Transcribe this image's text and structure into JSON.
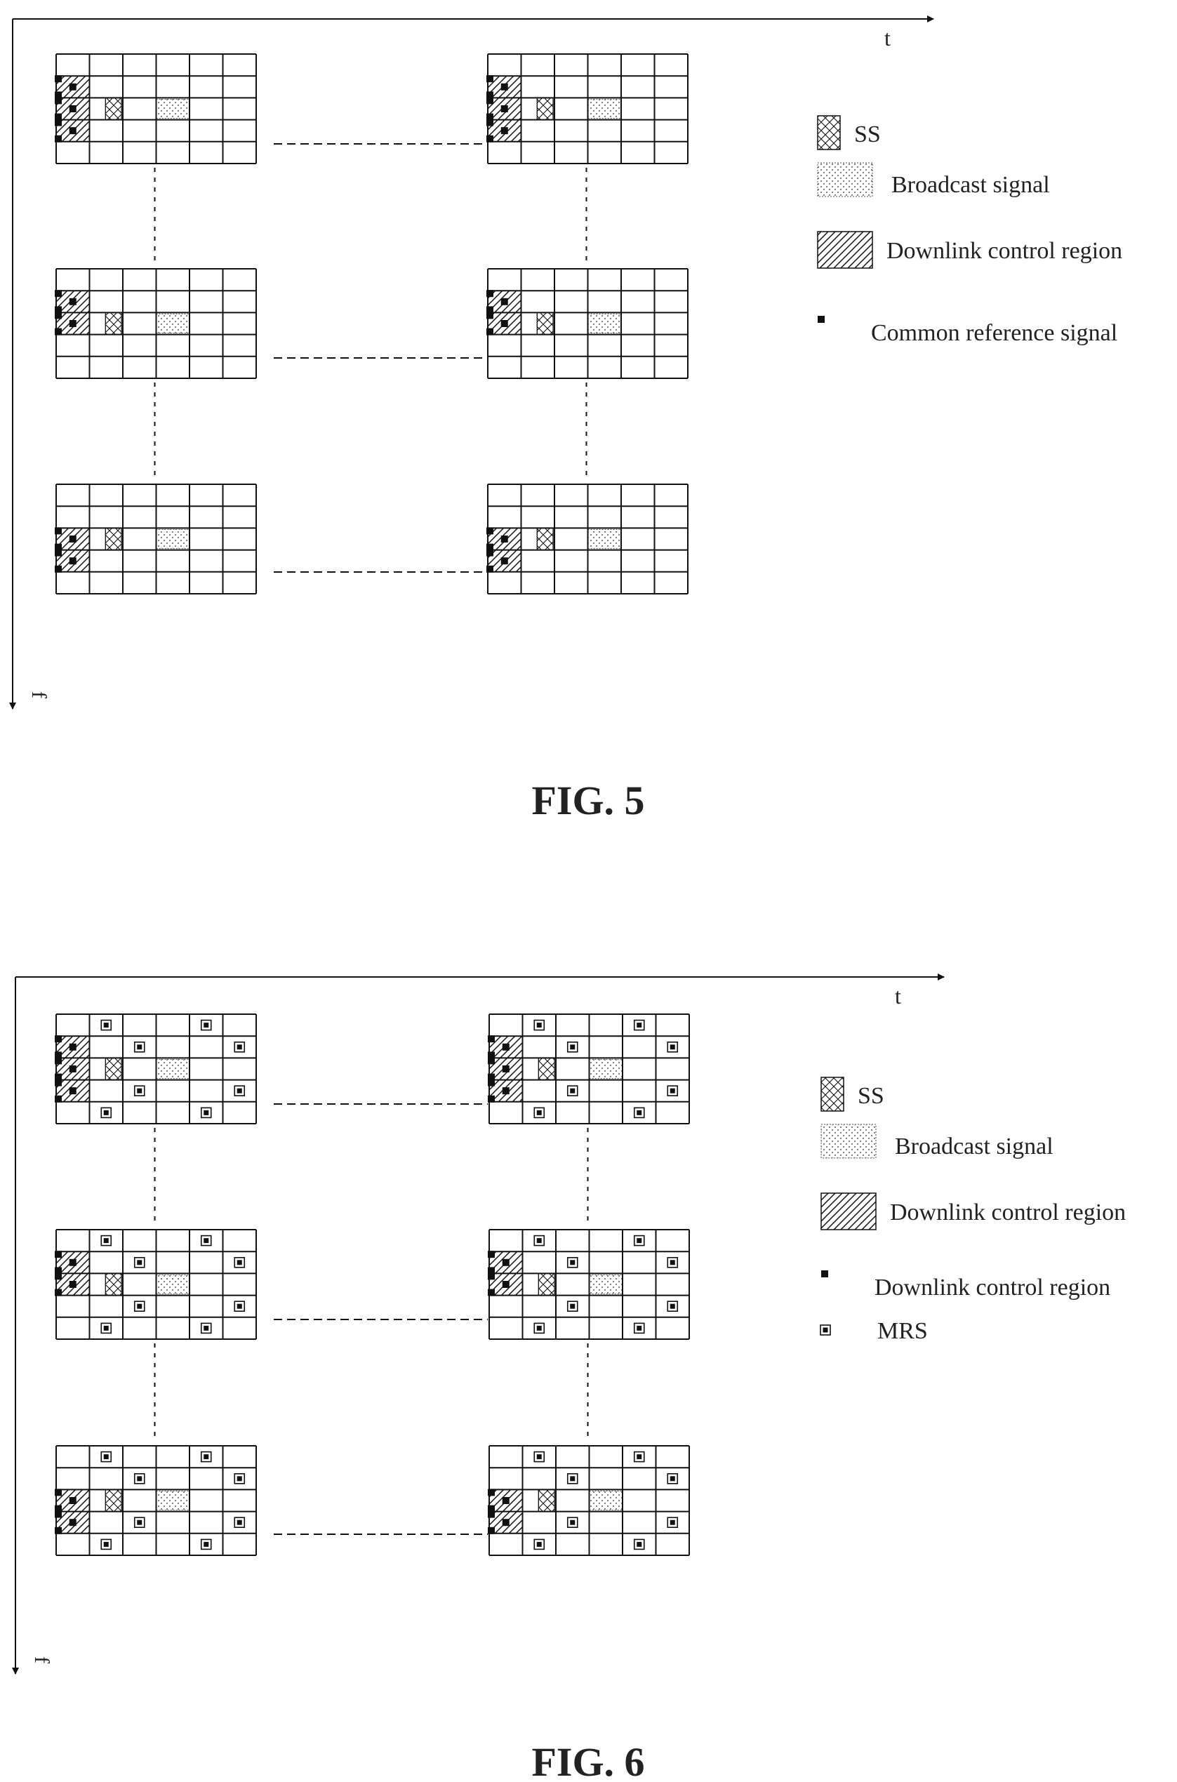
{
  "figures": [
    {
      "caption": "FIG. 5",
      "axis_t": "t",
      "axis_f": "f",
      "legend": [
        {
          "key": "ss",
          "label": "SS"
        },
        {
          "key": "broadcast",
          "label": "Broadcast signal"
        },
        {
          "key": "dl_control",
          "label": "Downlink control region"
        },
        {
          "key": "crs",
          "label": "Common reference signal"
        }
      ],
      "grid": {
        "rows": 5,
        "cols": 6
      },
      "blocks": [
        {
          "control_rows": [
            1,
            2,
            3
          ],
          "ss_row": 2,
          "mrs": false
        },
        {
          "control_rows": [
            1,
            2
          ],
          "ss_row": 2,
          "mrs": false
        },
        {
          "control_rows": [
            2,
            3
          ],
          "ss_row": 2,
          "mrs": false
        }
      ]
    },
    {
      "caption": "FIG. 6",
      "axis_t": "t",
      "axis_f": "f",
      "legend": [
        {
          "key": "ss",
          "label": "SS"
        },
        {
          "key": "broadcast",
          "label": "Broadcast signal"
        },
        {
          "key": "dl_control",
          "label": "Downlink control region"
        },
        {
          "key": "crs",
          "label": "Downlink control region"
        },
        {
          "key": "mrs",
          "label": "MRS"
        }
      ],
      "grid": {
        "rows": 5,
        "cols": 6
      },
      "blocks": [
        {
          "control_rows": [
            1,
            2,
            3
          ],
          "ss_row": 2,
          "mrs": true
        },
        {
          "control_rows": [
            1,
            2
          ],
          "ss_row": 2,
          "mrs": true
        },
        {
          "control_rows": [
            2,
            3
          ],
          "ss_row": 2,
          "mrs": true
        }
      ]
    }
  ]
}
